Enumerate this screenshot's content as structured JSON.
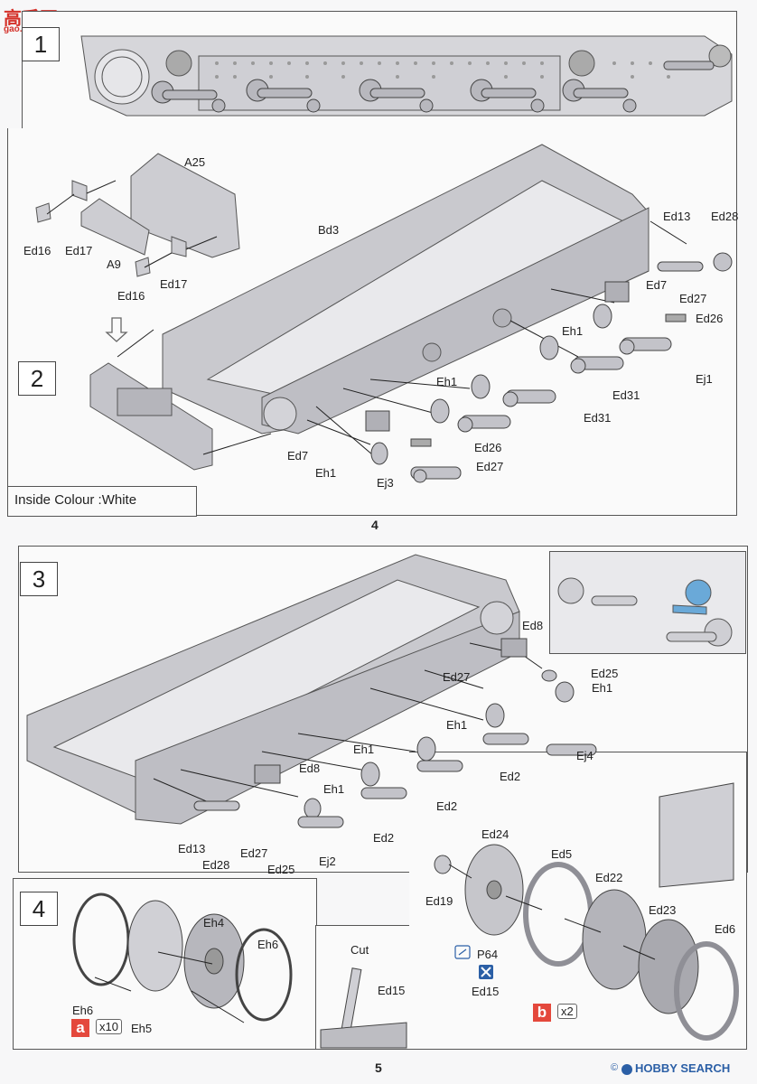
{
  "watermark_top": {
    "text": "高手网",
    "sub": "gao.shou.com"
  },
  "page4": {
    "step1": "1",
    "step2": "2",
    "note": "Inside Colour :White",
    "page_number": "4",
    "labels": {
      "A25": "A25",
      "Ed16a": "Ed16",
      "Ed17a": "Ed17",
      "A9": "A9",
      "Ed16b": "Ed16",
      "Ed17b": "Ed17",
      "Bd3": "Bd3",
      "Ed13": "Ed13",
      "Ed28": "Ed28",
      "Ed7a": "Ed7",
      "Ed27a": "Ed27",
      "Ed26a": "Ed26",
      "Eh1a": "Eh1",
      "Ej1": "Ej1",
      "Ed31a": "Ed31",
      "Eh1b": "Eh1",
      "Ed31b": "Ed31",
      "Ed7b": "Ed7",
      "Ed26b": "Ed26",
      "Eh1c": "Eh1",
      "Ed27b": "Ed27",
      "Ej3": "Ej3"
    }
  },
  "page5": {
    "step3": "3",
    "step4": "4",
    "page_number": "5",
    "labels": {
      "Ed8a": "Ed8",
      "Ed25a": "Ed25",
      "Ed27a": "Ed27",
      "Eh1a": "Eh1",
      "Eh1b": "Eh1",
      "Ej4": "Ej4",
      "Ed2a": "Ed2",
      "Eh1c": "Eh1",
      "Ed2b": "Ed2",
      "Ed8b": "Ed8",
      "Eh1d": "Eh1",
      "Ed2c": "Ed2",
      "Ed13": "Ed13",
      "Ed27b": "Ed27",
      "Ed28": "Ed28",
      "Ed25b": "Ed25",
      "Ej2": "Ej2",
      "Eh4": "Eh4",
      "Eh6a": "Eh6",
      "Eh6b": "Eh6",
      "Eh5": "Eh5",
      "Cut": "Cut",
      "Ed15a": "Ed15",
      "Ed24": "Ed24",
      "Ed19": "Ed19",
      "P64": "P64",
      "Ed15b": "Ed15",
      "Ed5": "Ed5",
      "Ed22": "Ed22",
      "Ed23": "Ed23",
      "Ed6": "Ed6"
    },
    "badge_a": "a",
    "qty_a": "x10",
    "badge_b": "b",
    "qty_b": "x2",
    "brand": "HOBBY SEARCH",
    "copyright": "©"
  },
  "colors": {
    "part": "#c9c9ce",
    "part_dark": "#9a9aa2",
    "accent": "#e4483c",
    "blue": "#6aa9d8",
    "brand_blue": "#2b5fa6"
  }
}
